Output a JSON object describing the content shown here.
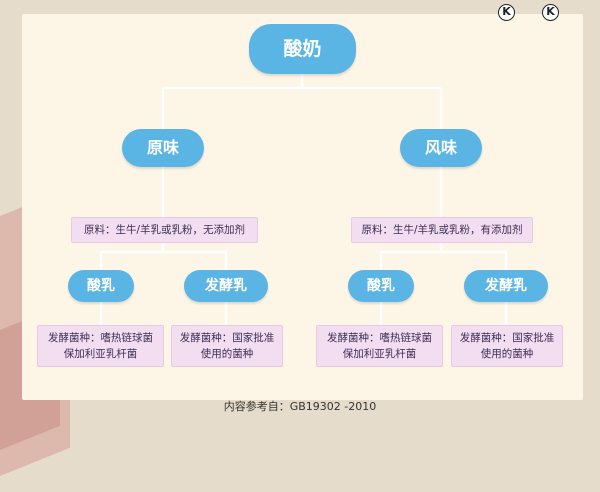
{
  "root": "酸奶",
  "branches": [
    {
      "label": "原味",
      "ingredient": "原料：生牛/羊乳或乳粉，无添加剂",
      "children": [
        {
          "label": "酸乳",
          "strain_line1": "发酵菌种：嗜热链球菌",
          "strain_line2": "保加利亚乳杆菌"
        },
        {
          "label": "发酵乳",
          "strain_line1": "发酵菌种：国家批准",
          "strain_line2": "使用的菌种"
        }
      ]
    },
    {
      "label": "风味",
      "ingredient": "原料：生牛/羊乳或乳粉，有添加剂",
      "children": [
        {
          "label": "酸乳",
          "strain_line1": "发酵菌种：嗜热链球菌",
          "strain_line2": "保加利亚乳杆菌"
        },
        {
          "label": "发酵乳",
          "strain_line1": "发酵菌种：国家批准",
          "strain_line2": "使用的菌种"
        }
      ]
    }
  ],
  "footer": "内容参考自：GB19302 -2010",
  "icons": {
    "corner_left": "back-arrow-icon",
    "corner_right": "back-arrow-icon",
    "glyph": "K"
  },
  "colors": {
    "node": "#5ab4e4",
    "note_bg": "#f3ddf0",
    "line": "#ffffff"
  }
}
